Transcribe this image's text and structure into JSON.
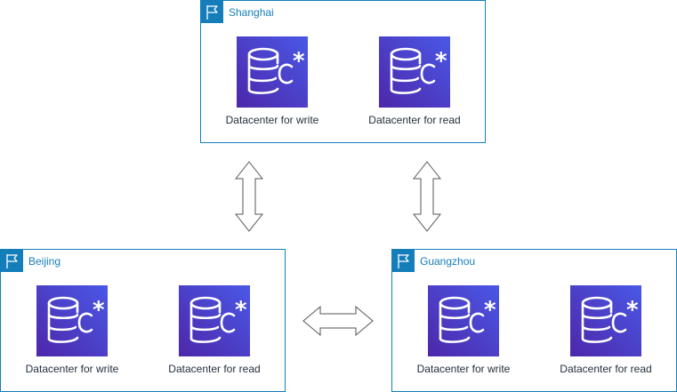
{
  "regions": [
    {
      "name": "Shanghai",
      "datacenters": [
        {
          "label": "Datacenter for write",
          "icon": "database-icon"
        },
        {
          "label": "Datacenter for read",
          "icon": "database-icon"
        }
      ]
    },
    {
      "name": "Beijing",
      "datacenters": [
        {
          "label": "Datacenter for write",
          "icon": "database-icon"
        },
        {
          "label": "Datacenter for read",
          "icon": "database-icon"
        }
      ]
    },
    {
      "name": "Guangzhou",
      "datacenters": [
        {
          "label": "Datacenter for write",
          "icon": "database-icon"
        },
        {
          "label": "Datacenter for read",
          "icon": "database-icon"
        }
      ]
    }
  ],
  "connections": [
    {
      "from": "Shanghai",
      "to": "Beijing",
      "type": "bidirectional"
    },
    {
      "from": "Shanghai",
      "to": "Guangzhou",
      "type": "bidirectional"
    },
    {
      "from": "Beijing",
      "to": "Guangzhou",
      "type": "bidirectional"
    }
  ],
  "colors": {
    "region_border": "#147EBA",
    "icon_gradient_start": "#4D27AA",
    "icon_gradient_end": "#3F50E0",
    "label_text": "#232F3E"
  }
}
